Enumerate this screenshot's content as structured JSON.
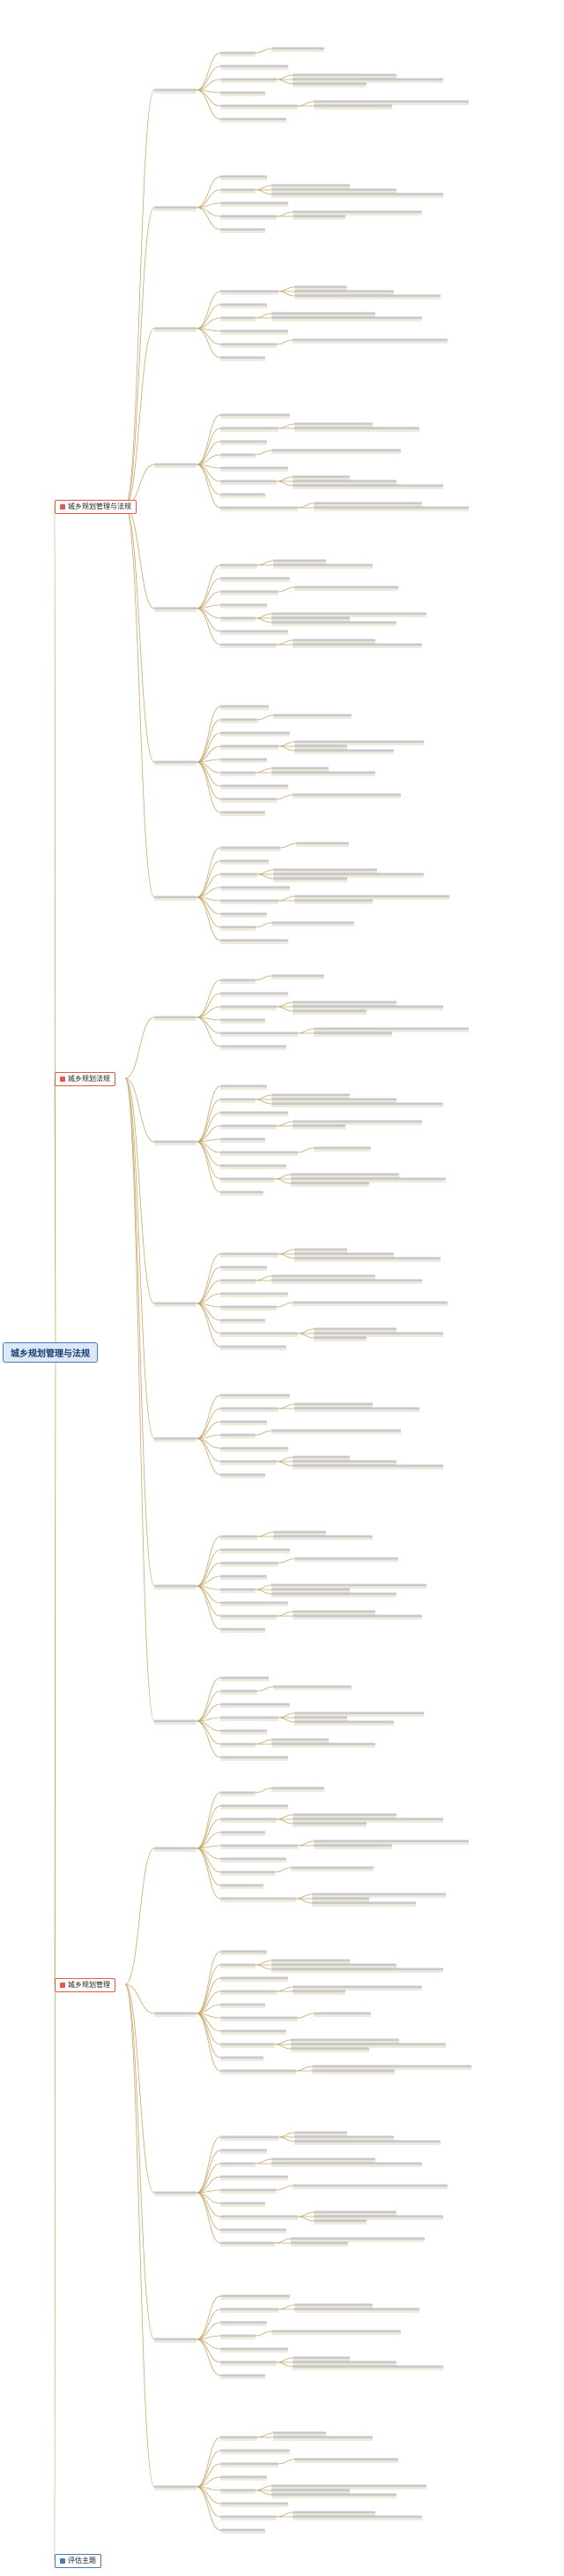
{
  "root": "城乡规划管理与法规",
  "branches": [
    {
      "label": "城乡规划管理与法规",
      "color": "#e05a47"
    },
    {
      "label": "城乡规划法规",
      "color": "#e05a47"
    },
    {
      "label": "城乡规划管理",
      "color": "#e05a47"
    },
    {
      "label": "评估主题",
      "color": "#4a78b8"
    }
  ],
  "colors": {
    "accent": "#e05a47",
    "link": "#c7a96b",
    "root_border": "#4a78b8"
  }
}
